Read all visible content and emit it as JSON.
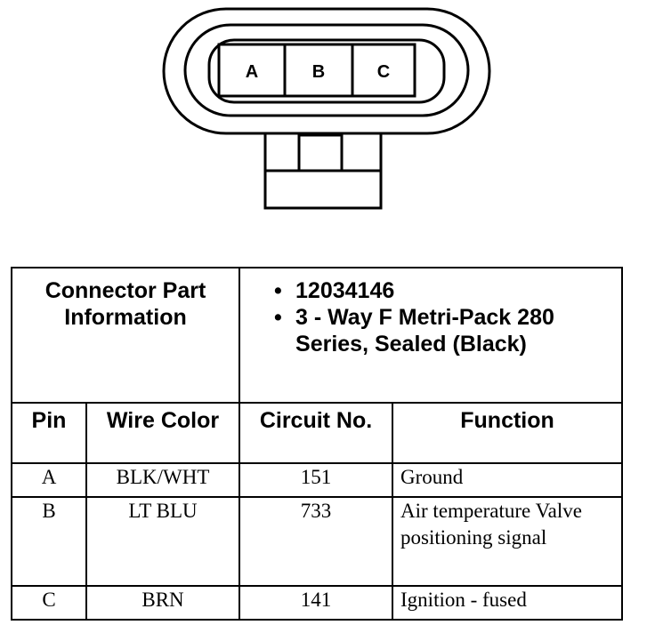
{
  "connector": {
    "cavities": [
      "A",
      "B",
      "C"
    ]
  },
  "table": {
    "info_title": "Connector Part Information",
    "info_items": [
      "12034146",
      "3 - Way F Metri-Pack 280 Series, Sealed (Black)"
    ],
    "headers": {
      "pin": "Pin",
      "wire_color": "Wire Color",
      "circuit_no": "Circuit No.",
      "function": "Function"
    },
    "rows": [
      {
        "pin": "A",
        "wire_color": "BLK/WHT",
        "circuit": "151",
        "function": "Ground"
      },
      {
        "pin": "B",
        "wire_color": "LT BLU",
        "circuit": "733",
        "function": "Air temperature Valve positioning signal"
      },
      {
        "pin": "C",
        "wire_color": "BRN",
        "circuit": "141",
        "function": "Ignition - fused"
      }
    ]
  }
}
